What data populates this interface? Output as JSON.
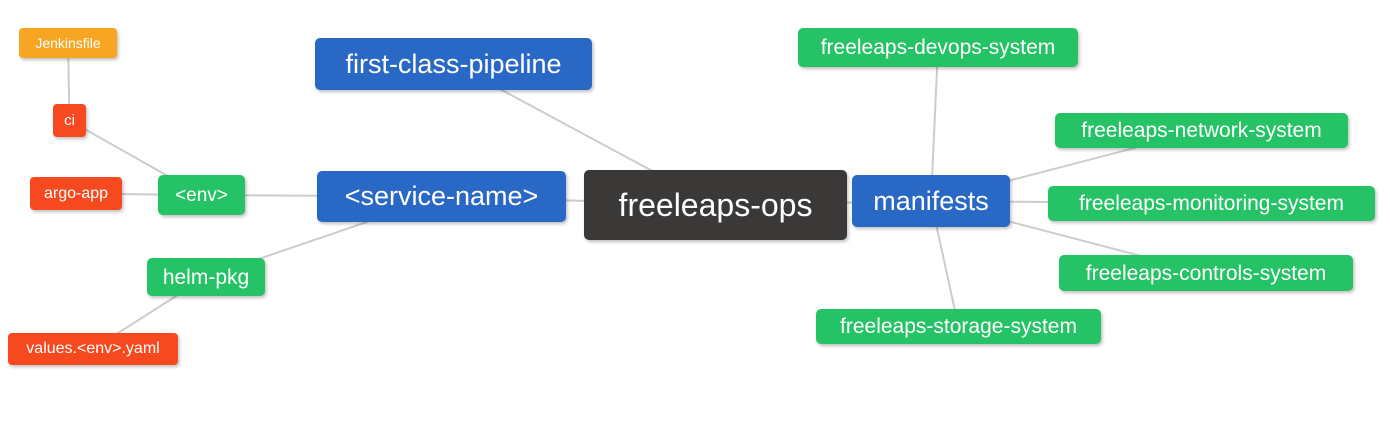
{
  "diagram": {
    "background_color": "#ffffff",
    "edge_color": "#cccccc",
    "text_color": "#ffffff"
  },
  "nodes": {
    "jenkinsfile": {
      "label": "Jenkinsfile",
      "color": "#F6A623"
    },
    "ci": {
      "label": "ci",
      "color": "#F7491F"
    },
    "argo_app": {
      "label": "argo-app",
      "color": "#F7491F"
    },
    "env": {
      "label": "<env>",
      "color": "#26C366"
    },
    "helm_pkg": {
      "label": "helm-pkg",
      "color": "#26C366"
    },
    "values_env_yaml": {
      "label": "values.<env>.yaml",
      "color": "#F7491F"
    },
    "first_class_pipeline": {
      "label": "first-class-pipeline",
      "color": "#2A68C5"
    },
    "service_name": {
      "label": "<service-name>",
      "color": "#2A68C5"
    },
    "freeleaps_ops": {
      "label": "freeleaps-ops",
      "color": "#3B3838"
    },
    "manifests": {
      "label": "manifests",
      "color": "#2A68C5"
    },
    "devops_system": {
      "label": "freeleaps-devops-system",
      "color": "#26C366"
    },
    "network_system": {
      "label": "freeleaps-network-system",
      "color": "#26C366"
    },
    "monitoring_system": {
      "label": "freeleaps-monitoring-system",
      "color": "#26C366"
    },
    "controls_system": {
      "label": "freeleaps-controls-system",
      "color": "#26C366"
    },
    "storage_system": {
      "label": "freeleaps-storage-system",
      "color": "#26C366"
    }
  },
  "edges": [
    {
      "from": "jenkinsfile",
      "to": "ci"
    },
    {
      "from": "ci",
      "to": "env"
    },
    {
      "from": "argo_app",
      "to": "env"
    },
    {
      "from": "env",
      "to": "service_name"
    },
    {
      "from": "helm_pkg",
      "to": "service_name"
    },
    {
      "from": "values_env_yaml",
      "to": "helm_pkg"
    },
    {
      "from": "first_class_pipeline",
      "to": "freeleaps_ops"
    },
    {
      "from": "service_name",
      "to": "freeleaps_ops"
    },
    {
      "from": "freeleaps_ops",
      "to": "manifests"
    },
    {
      "from": "manifests",
      "to": "devops_system"
    },
    {
      "from": "manifests",
      "to": "network_system"
    },
    {
      "from": "manifests",
      "to": "monitoring_system"
    },
    {
      "from": "manifests",
      "to": "controls_system"
    },
    {
      "from": "manifests",
      "to": "storage_system"
    }
  ]
}
